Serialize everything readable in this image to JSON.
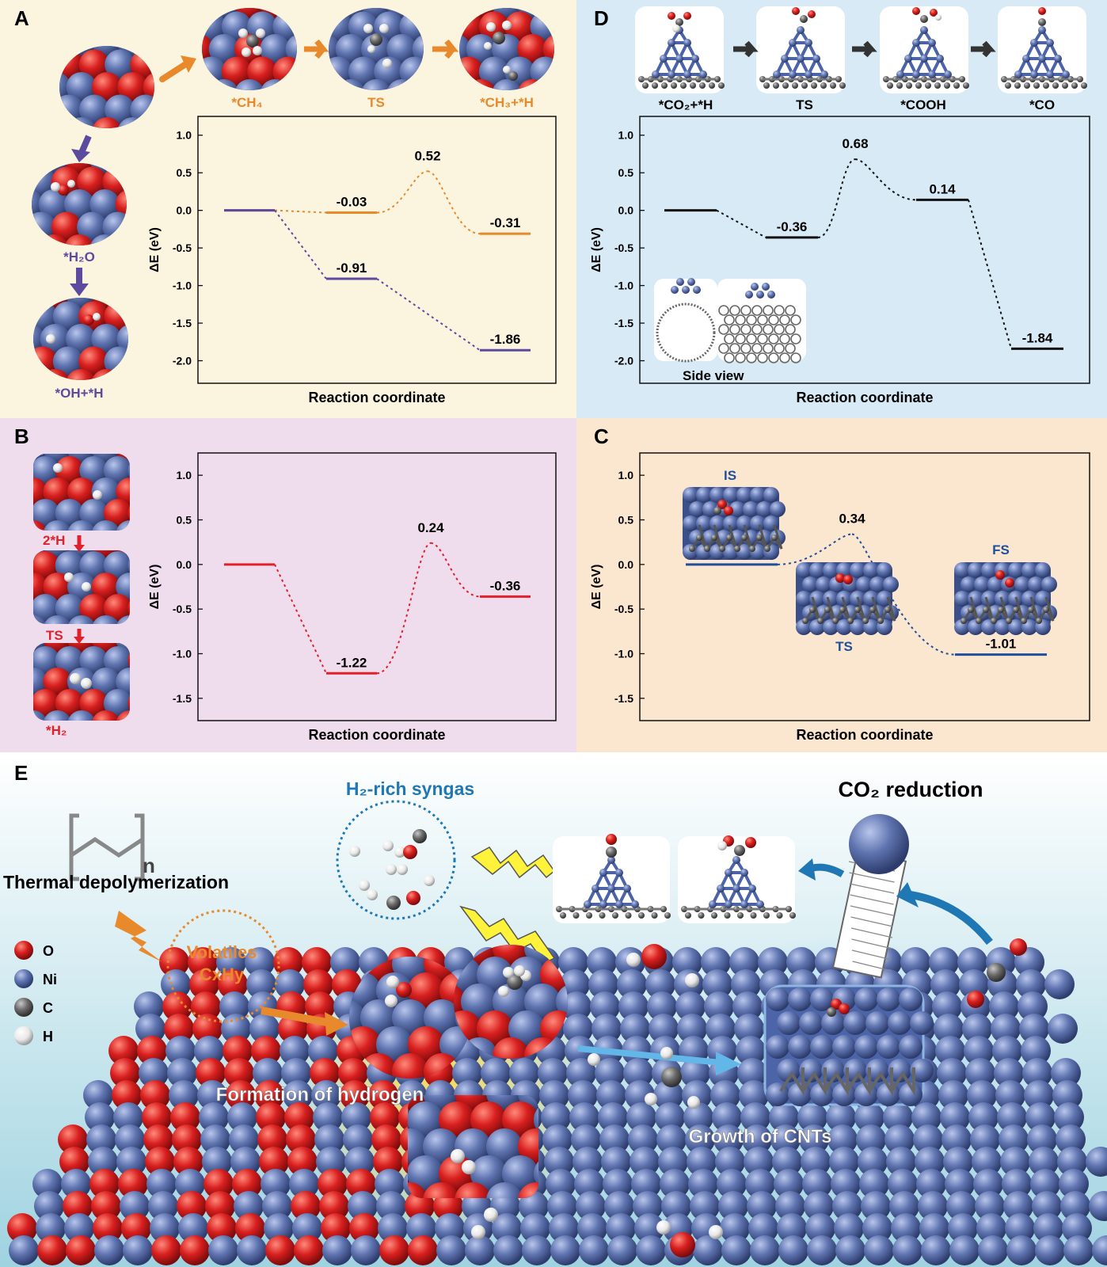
{
  "panels": {
    "A": {
      "letter": "A",
      "colors": {
        "bg": "#fbf5df",
        "ch4": "#e8892b",
        "h2o": "#5b4a9e"
      },
      "ch4_path_labels": [
        "*CH₄",
        "TS",
        "*CH₃+*H"
      ],
      "h2o_path_labels": [
        "*H₂O",
        "*OH+*H"
      ],
      "chart_data": {
        "type": "energy_profile",
        "ylabel": "ΔE (eV)",
        "xlabel": "Reaction coordinate",
        "ylim": [
          -2.3,
          1.25
        ],
        "yticks": [
          "1.0",
          "0.5",
          "0.0",
          "-0.5",
          "-1.0",
          "-1.5",
          "-2.0"
        ],
        "series": [
          {
            "levels": [
              0,
              -0.03,
              0.52,
              -0.31
            ],
            "labels": [
              "",
              "-0.03",
              "0.52",
              "-0.31"
            ],
            "ts_index": 2,
            "color": "#e8892b"
          },
          {
            "levels": [
              0,
              -0.91,
              -1.86
            ],
            "labels": [
              "",
              "-0.91",
              "-1.86"
            ],
            "ts_index": -1,
            "color": "#5b4a9e"
          }
        ]
      }
    },
    "B": {
      "letter": "B",
      "colors": {
        "bg": "#efdcec",
        "line": "#e0202a"
      },
      "state_labels": [
        "2*H",
        "TS",
        "*H₂"
      ],
      "chart_data": {
        "type": "energy_profile",
        "ylabel": "ΔE (eV)",
        "xlabel": "Reaction coordinate",
        "ylim": [
          -1.75,
          1.25
        ],
        "yticks": [
          "1.0",
          "0.5",
          "0.0",
          "-0.5",
          "-1.0",
          "-1.5"
        ],
        "series": [
          {
            "levels": [
              0,
              -1.22,
              0.24,
              -0.36
            ],
            "labels": [
              "",
              "-1.22",
              "0.24",
              "-0.36"
            ],
            "ts_index": 2,
            "color": "#e0202a"
          }
        ]
      }
    },
    "C": {
      "letter": "C",
      "colors": {
        "bg": "#fbe6cf",
        "line": "#1f4e9c"
      },
      "state_labels": [
        "IS",
        "TS",
        "FS"
      ],
      "chart_data": {
        "type": "energy_profile",
        "ylabel": "ΔE (eV)",
        "xlabel": "Reaction coordinate",
        "ylim": [
          -1.75,
          1.25
        ],
        "yticks": [
          "1.0",
          "0.5",
          "0.0",
          "-0.5",
          "-1.0",
          "-1.5"
        ],
        "series": [
          {
            "levels": [
              0,
              0.34,
              -1.01
            ],
            "labels": [
              "",
              "0.34",
              "-1.01"
            ],
            "ts_index": 1,
            "color": "#1f4e9c"
          }
        ]
      }
    },
    "D": {
      "letter": "D",
      "colors": {
        "bg": "#d7eaf6",
        "line": "#111111"
      },
      "state_labels": [
        "*CO₂+*H",
        "TS",
        "*COOH",
        "*CO"
      ],
      "inset_label": "Side view",
      "chart_data": {
        "type": "energy_profile",
        "ylabel": "ΔE (eV)",
        "xlabel": "Reaction coordinate",
        "ylim": [
          -2.3,
          1.25
        ],
        "yticks": [
          "1.0",
          "0.5",
          "0.0",
          "-0.5",
          "-1.0",
          "-1.5",
          "-2.0"
        ],
        "series": [
          {
            "levels": [
              0,
              -0.36,
              0.68,
              0.14,
              -1.84
            ],
            "labels": [
              "",
              "-0.36",
              "0.68",
              "0.14",
              "-1.84"
            ],
            "ts_index": 2,
            "color": "#111111"
          }
        ]
      }
    },
    "E": {
      "letter": "E",
      "texts": {
        "depoly": "Thermal depolymerization",
        "polymer_n": "n",
        "volatiles_1": "Volatiles",
        "volatiles_2": "CxHy",
        "syngas": "H₂-rich syngas",
        "co2red": "CO₂ reduction",
        "hydrogen": "Formation of hydrogen",
        "cnt": "Growth of CNTs"
      },
      "legend": [
        {
          "label": "O",
          "color": "#d81f1f"
        },
        {
          "label": "Ni",
          "color": "#5f74b0"
        },
        {
          "label": "C",
          "color": "#6b6b6b"
        },
        {
          "label": "H",
          "color": "#f2f2f2"
        }
      ]
    }
  }
}
